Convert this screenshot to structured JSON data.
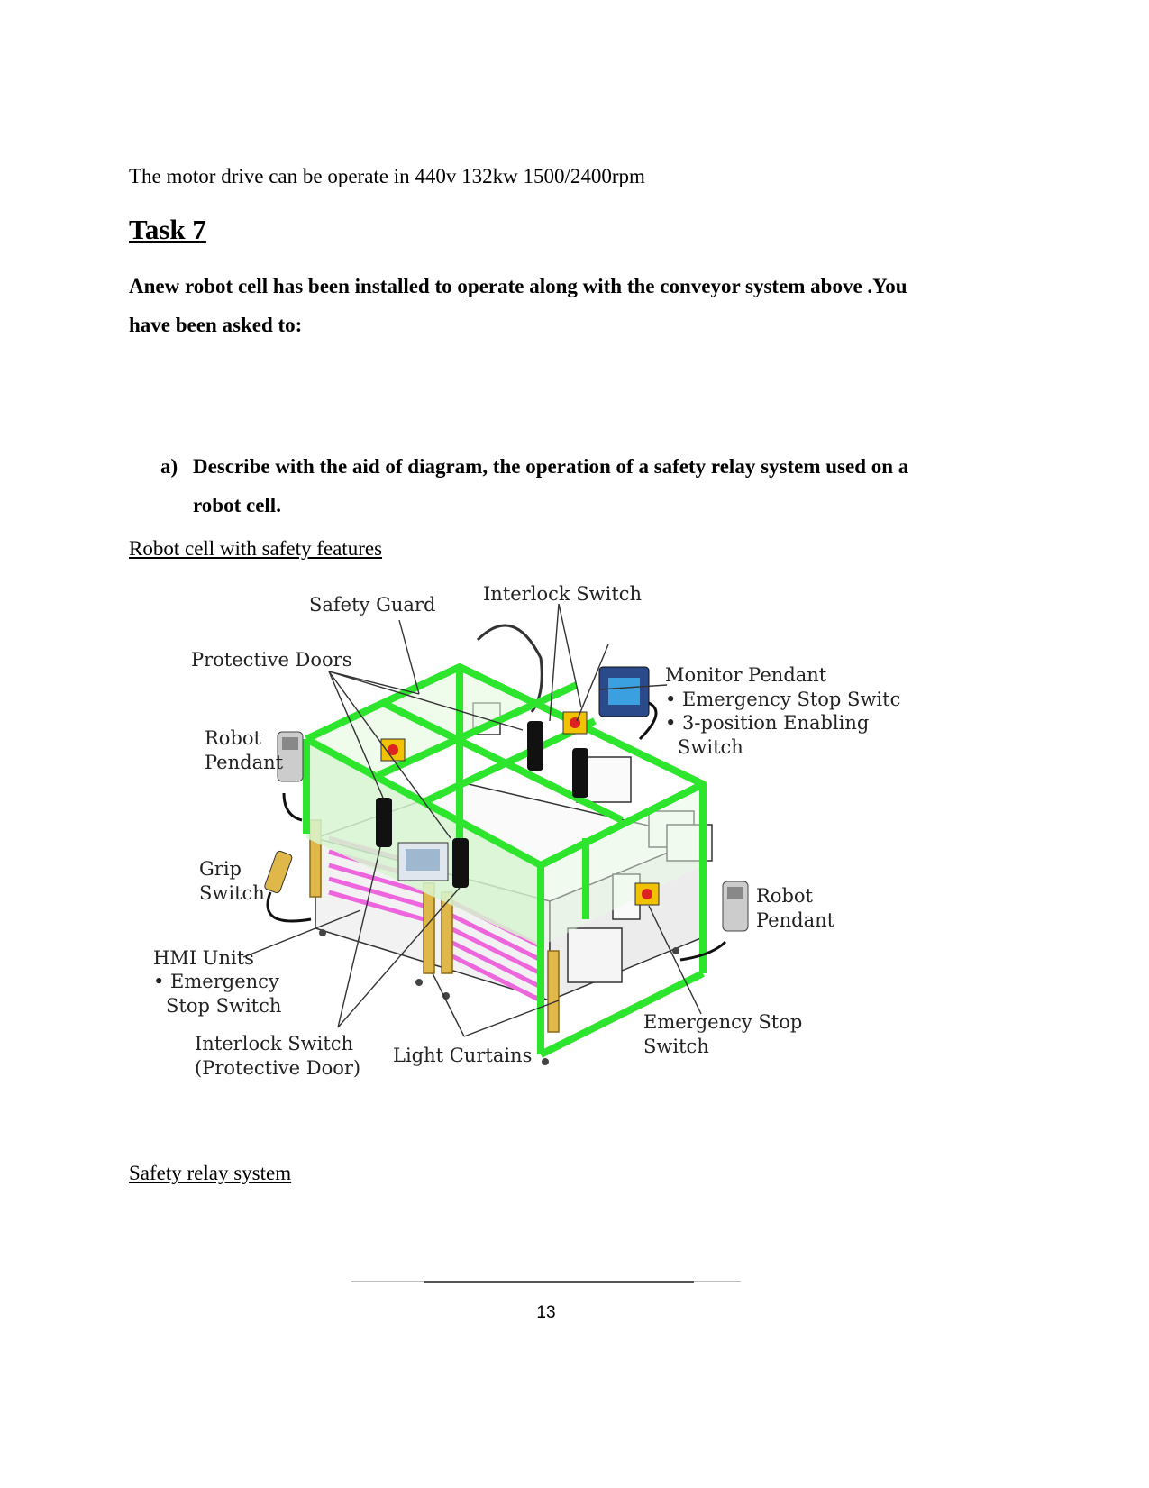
{
  "intro_line": "The motor drive can be operate in 440v 132kw 1500/2400rpm",
  "task_heading": "Task 7",
  "task_statement": {
    "line1": "Anew robot cell has been installed to operate along with the conveyor system above .You",
    "line2": "have been asked to:"
  },
  "question_a": {
    "marker": "a)",
    "line1": "Describe with the aid of diagram, the operation of a safety relay system used on a",
    "line2": "robot cell."
  },
  "figure_caption": "Robot cell with safety features",
  "diagram_labels": {
    "safety_guard": "Safety Guard",
    "interlock_switch": "Interlock Switch",
    "protective_doors": "Protective Doors",
    "monitor_pendant": "Monitor Pendant",
    "monitor_item1": "• Emergency Stop Switch",
    "monitor_item2": "• 3-position Enabling",
    "monitor_item2b": "Switch",
    "robot_pendant_left_1": "Robot",
    "robot_pendant_left_2": "Pendant",
    "grip_switch_1": "Grip",
    "grip_switch_2": "Switch",
    "hmi_units": "HMI Units",
    "hmi_item1": "• Emergency",
    "hmi_item1b": "Stop Switch",
    "interlock_door_1": "Interlock Switch",
    "interlock_door_2": "(Protective Door)",
    "light_curtains": "Light Curtains",
    "emergency_stop_1": "Emergency Stop",
    "emergency_stop_2": "Switch",
    "robot_pendant_right_1": "Robot",
    "robot_pendant_right_2": "Pendant"
  },
  "section_safety_relay": "Safety relay system",
  "page_number": "13",
  "colors": {
    "guard_frame": "#2ee52e",
    "guard_fill": "#d6f5d0",
    "light_curtain_bars": "#ee66dd",
    "curtain_posts": "#e0b84a"
  }
}
